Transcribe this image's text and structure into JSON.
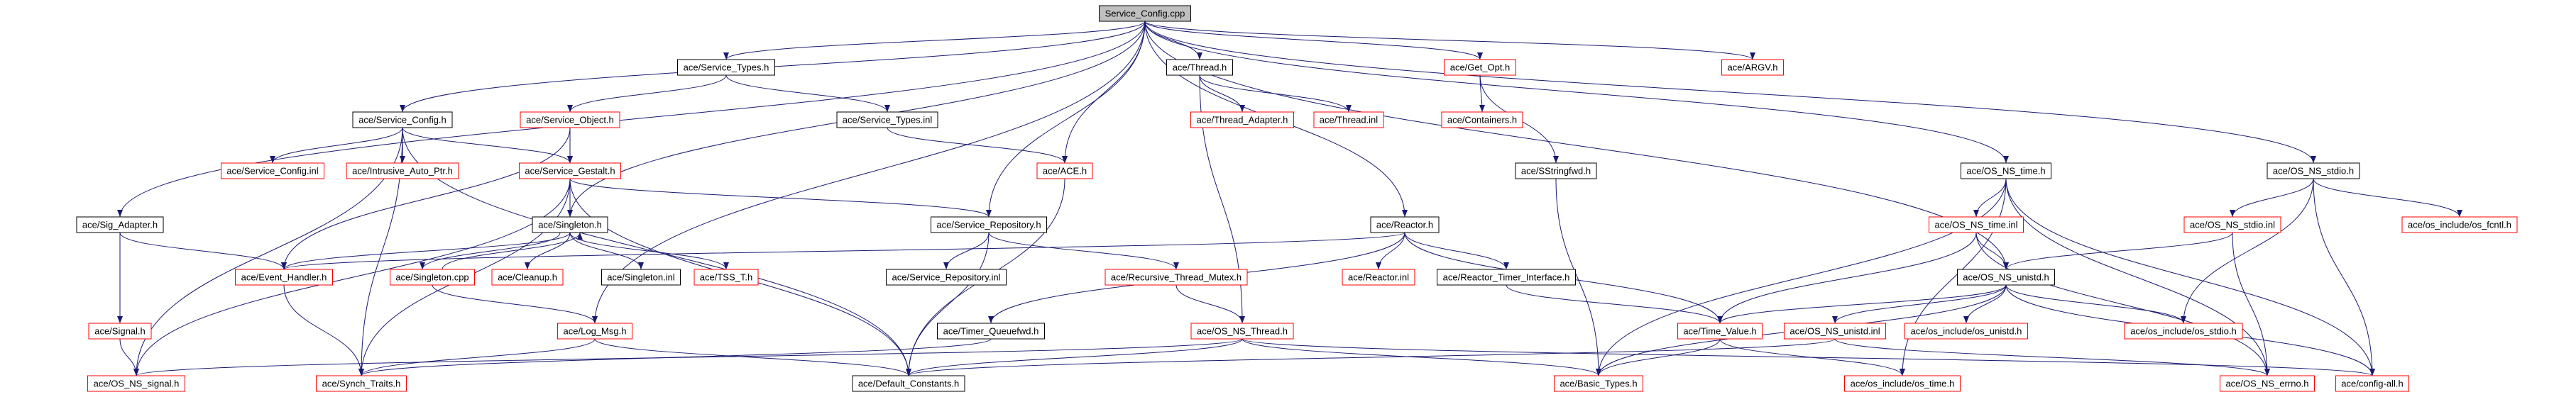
{
  "graph": {
    "root": "Service_Config.cpp",
    "colors": {
      "edge": "#191970",
      "node_fill": "#ffffff",
      "root_fill": "#bfbfbf",
      "node_border": "#000000",
      "truncated_border": "#ff0000"
    },
    "nodes": [
      {
        "label": "Service_Config.cpp",
        "border": "#000000",
        "fill": "#bfbfbf"
      },
      {
        "label": "ace/Service_Types.h",
        "border": "#000000",
        "fill": "#ffffff"
      },
      {
        "label": "ace/Thread.h",
        "border": "#000000",
        "fill": "#ffffff"
      },
      {
        "label": "ace/Get_Opt.h",
        "border": "#ff0000",
        "fill": "#ffffff"
      },
      {
        "label": "ace/ARGV.h",
        "border": "#ff0000",
        "fill": "#ffffff"
      },
      {
        "label": "ace/Service_Config.h",
        "border": "#000000",
        "fill": "#ffffff"
      },
      {
        "label": "ace/Service_Object.h",
        "border": "#ff0000",
        "fill": "#ffffff"
      },
      {
        "label": "ace/Service_Types.inl",
        "border": "#000000",
        "fill": "#ffffff"
      },
      {
        "label": "ace/Thread_Adapter.h",
        "border": "#ff0000",
        "fill": "#ffffff"
      },
      {
        "label": "ace/Thread.inl",
        "border": "#ff0000",
        "fill": "#ffffff"
      },
      {
        "label": "ace/Containers.h",
        "border": "#ff0000",
        "fill": "#ffffff"
      },
      {
        "label": "ace/Service_Config.inl",
        "border": "#ff0000",
        "fill": "#ffffff"
      },
      {
        "label": "ace/Intrusive_Auto_Ptr.h",
        "border": "#ff0000",
        "fill": "#ffffff"
      },
      {
        "label": "ace/Service_Gestalt.h",
        "border": "#ff0000",
        "fill": "#ffffff"
      },
      {
        "label": "ace/ACE.h",
        "border": "#ff0000",
        "fill": "#ffffff"
      },
      {
        "label": "ace/SStringfwd.h",
        "border": "#000000",
        "fill": "#ffffff"
      },
      {
        "label": "ace/OS_NS_time.h",
        "border": "#000000",
        "fill": "#ffffff"
      },
      {
        "label": "ace/OS_NS_stdio.h",
        "border": "#000000",
        "fill": "#ffffff"
      },
      {
        "label": "ace/Sig_Adapter.h",
        "border": "#000000",
        "fill": "#ffffff"
      },
      {
        "label": "ace/Singleton.h",
        "border": "#000000",
        "fill": "#ffffff"
      },
      {
        "label": "ace/Service_Repository.h",
        "border": "#000000",
        "fill": "#ffffff"
      },
      {
        "label": "ace/Reactor.h",
        "border": "#000000",
        "fill": "#ffffff"
      },
      {
        "label": "ace/OS_NS_time.inl",
        "border": "#ff0000",
        "fill": "#ffffff"
      },
      {
        "label": "ace/OS_NS_stdio.inl",
        "border": "#ff0000",
        "fill": "#ffffff"
      },
      {
        "label": "ace/os_include/os_fcntl.h",
        "border": "#ff0000",
        "fill": "#ffffff"
      },
      {
        "label": "ace/Event_Handler.h",
        "border": "#ff0000",
        "fill": "#ffffff"
      },
      {
        "label": "ace/Singleton.cpp",
        "border": "#ff0000",
        "fill": "#ffffff"
      },
      {
        "label": "ace/Cleanup.h",
        "border": "#ff0000",
        "fill": "#ffffff"
      },
      {
        "label": "ace/Singleton.inl",
        "border": "#000000",
        "fill": "#ffffff"
      },
      {
        "label": "ace/TSS_T.h",
        "border": "#ff0000",
        "fill": "#ffffff"
      },
      {
        "label": "ace/Service_Repository.inl",
        "border": "#000000",
        "fill": "#ffffff"
      },
      {
        "label": "ace/Recursive_Thread_Mutex.h",
        "border": "#ff0000",
        "fill": "#ffffff"
      },
      {
        "label": "ace/Reactor.inl",
        "border": "#ff0000",
        "fill": "#ffffff"
      },
      {
        "label": "ace/Reactor_Timer_Interface.h",
        "border": "#000000",
        "fill": "#ffffff"
      },
      {
        "label": "ace/OS_NS_unistd.h",
        "border": "#000000",
        "fill": "#ffffff"
      },
      {
        "label": "ace/Signal.h",
        "border": "#ff0000",
        "fill": "#ffffff"
      },
      {
        "label": "ace/Log_Msg.h",
        "border": "#ff0000",
        "fill": "#ffffff"
      },
      {
        "label": "ace/Timer_Queuefwd.h",
        "border": "#000000",
        "fill": "#ffffff"
      },
      {
        "label": "ace/OS_NS_Thread.h",
        "border": "#ff0000",
        "fill": "#ffffff"
      },
      {
        "label": "ace/Time_Value.h",
        "border": "#ff0000",
        "fill": "#ffffff"
      },
      {
        "label": "ace/OS_NS_unistd.inl",
        "border": "#ff0000",
        "fill": "#ffffff"
      },
      {
        "label": "ace/os_include/os_unistd.h",
        "border": "#ff0000",
        "fill": "#ffffff"
      },
      {
        "label": "ace/os_include/os_stdio.h",
        "border": "#ff0000",
        "fill": "#ffffff"
      },
      {
        "label": "ace/OS_NS_signal.h",
        "border": "#ff0000",
        "fill": "#ffffff"
      },
      {
        "label": "ace/Synch_Traits.h",
        "border": "#ff0000",
        "fill": "#ffffff"
      },
      {
        "label": "ace/Default_Constants.h",
        "border": "#000000",
        "fill": "#ffffff"
      },
      {
        "label": "ace/Basic_Types.h",
        "border": "#ff0000",
        "fill": "#ffffff"
      },
      {
        "label": "ace/os_include/os_time.h",
        "border": "#ff0000",
        "fill": "#ffffff"
      },
      {
        "label": "ace/OS_NS_errno.h",
        "border": "#ff0000",
        "fill": "#ffffff"
      },
      {
        "label": "ace/config-all.h",
        "border": "#ff0000",
        "fill": "#ffffff"
      }
    ],
    "edges": [
      [
        "Service_Config.cpp",
        "ace/Service_Types.h"
      ],
      [
        "Service_Config.cpp",
        "ace/Thread.h"
      ],
      [
        "Service_Config.cpp",
        "ace/Get_Opt.h"
      ],
      [
        "Service_Config.cpp",
        "ace/ARGV.h"
      ],
      [
        "Service_Config.cpp",
        "ace/Service_Config.h"
      ],
      [
        "Service_Config.cpp",
        "ace/Sig_Adapter.h"
      ],
      [
        "Service_Config.cpp",
        "ace/Singleton.h"
      ],
      [
        "Service_Config.cpp",
        "ace/Log_Msg.h"
      ],
      [
        "Service_Config.cpp",
        "ace/Service_Repository.h"
      ],
      [
        "Service_Config.cpp",
        "ace/ACE.h"
      ],
      [
        "Service_Config.cpp",
        "ace/Reactor.h"
      ],
      [
        "Service_Config.cpp",
        "ace/OS_NS_time.h"
      ],
      [
        "Service_Config.cpp",
        "ace/OS_NS_stdio.h"
      ],
      [
        "Service_Config.cpp",
        "ace/OS_NS_unistd.h"
      ],
      [
        "ace/Service_Types.h",
        "ace/Service_Object.h"
      ],
      [
        "ace/Service_Types.h",
        "ace/Service_Types.inl"
      ],
      [
        "ace/Thread.h",
        "ace/Thread_Adapter.h"
      ],
      [
        "ace/Thread.h",
        "ace/Thread.inl"
      ],
      [
        "ace/Thread.h",
        "ace/OS_NS_Thread.h"
      ],
      [
        "ace/Get_Opt.h",
        "ace/Containers.h"
      ],
      [
        "ace/Get_Opt.h",
        "ace/SStringfwd.h"
      ],
      [
        "ace/Service_Config.h",
        "ace/Service_Config.inl"
      ],
      [
        "ace/Service_Config.h",
        "ace/Intrusive_Auto_Ptr.h"
      ],
      [
        "ace/Service_Config.h",
        "ace/Service_Gestalt.h"
      ],
      [
        "ace/Service_Config.h",
        "ace/Synch_Traits.h"
      ],
      [
        "ace/Service_Config.h",
        "ace/OS_NS_signal.h"
      ],
      [
        "ace/Service_Config.h",
        "ace/Default_Constants.h"
      ],
      [
        "ace/Service_Object.h",
        "ace/Service_Gestalt.h"
      ],
      [
        "ace/Service_Object.h",
        "ace/Event_Handler.h"
      ],
      [
        "ace/Service_Types.inl",
        "ace/ACE.h"
      ],
      [
        "ace/ACE.h",
        "ace/Default_Constants.h"
      ],
      [
        "ace/SStringfwd.h",
        "ace/Basic_Types.h"
      ],
      [
        "ace/Service_Gestalt.h",
        "ace/Singleton.h"
      ],
      [
        "ace/Service_Gestalt.h",
        "ace/Service_Repository.h"
      ],
      [
        "ace/Service_Gestalt.h",
        "ace/Default_Constants.h"
      ],
      [
        "ace/Service_Gestalt.h",
        "ace/Synch_Traits.h"
      ],
      [
        "ace/Service_Gestalt.h",
        "ace/OS_NS_signal.h"
      ],
      [
        "ace/Sig_Adapter.h",
        "ace/Event_Handler.h"
      ],
      [
        "ace/Sig_Adapter.h",
        "ace/Signal.h"
      ],
      [
        "ace/Singleton.h",
        "ace/Singleton.cpp"
      ],
      [
        "ace/Singleton.h",
        "ace/Cleanup.h"
      ],
      [
        "ace/Singleton.h",
        "ace/Singleton.inl"
      ],
      [
        "ace/Singleton.h",
        "ace/TSS_T.h"
      ],
      [
        "ace/Singleton.h",
        "ace/Event_Handler.h"
      ],
      [
        "ace/Singleton.cpp",
        "ace/Singleton.h"
      ],
      [
        "ace/Singleton.cpp",
        "ace/Log_Msg.h"
      ],
      [
        "ace/Service_Repository.h",
        "ace/Service_Repository.inl"
      ],
      [
        "ace/Service_Repository.h",
        "ace/Recursive_Thread_Mutex.h"
      ],
      [
        "ace/Service_Repository.h",
        "ace/Default_Constants.h"
      ],
      [
        "ace/Reactor.h",
        "ace/Event_Handler.h"
      ],
      [
        "ace/Reactor.h",
        "ace/Reactor.inl"
      ],
      [
        "ace/Reactor.h",
        "ace/Reactor_Timer_Interface.h"
      ],
      [
        "ace/Reactor.h",
        "ace/Timer_Queuefwd.h"
      ],
      [
        "ace/Reactor.h",
        "ace/Time_Value.h"
      ],
      [
        "ace/Event_Handler.h",
        "ace/Synch_Traits.h"
      ],
      [
        "ace/Signal.h",
        "ace/OS_NS_signal.h"
      ],
      [
        "ace/Log_Msg.h",
        "ace/Synch_Traits.h"
      ],
      [
        "ace/Log_Msg.h",
        "ace/Default_Constants.h"
      ],
      [
        "ace/Recursive_Thread_Mutex.h",
        "ace/OS_NS_Thread.h"
      ],
      [
        "ace/Reactor_Timer_Interface.h",
        "ace/Time_Value.h"
      ],
      [
        "ace/Timer_Queuefwd.h",
        "ace/Synch_Traits.h"
      ],
      [
        "ace/OS_NS_Thread.h",
        "ace/OS_NS_signal.h"
      ],
      [
        "ace/OS_NS_Thread.h",
        "ace/Default_Constants.h"
      ],
      [
        "ace/OS_NS_Thread.h",
        "ace/Basic_Types.h"
      ],
      [
        "ace/OS_NS_Thread.h",
        "ace/config-all.h"
      ],
      [
        "ace/OS_NS_time.h",
        "ace/OS_NS_time.inl"
      ],
      [
        "ace/OS_NS_time.h",
        "ace/Basic_Types.h"
      ],
      [
        "ace/OS_NS_time.h",
        "ace/os_include/os_time.h"
      ],
      [
        "ace/OS_NS_time.h",
        "ace/OS_NS_errno.h"
      ],
      [
        "ace/OS_NS_time.h",
        "ace/config-all.h"
      ],
      [
        "ace/OS_NS_time.inl",
        "ace/OS_NS_unistd.h"
      ],
      [
        "ace/OS_NS_time.inl",
        "ace/Time_Value.h"
      ],
      [
        "ace/OS_NS_time.inl",
        "ace/OS_NS_errno.h"
      ],
      [
        "ace/OS_NS_stdio.h",
        "ace/OS_NS_stdio.inl"
      ],
      [
        "ace/OS_NS_stdio.h",
        "ace/os_include/os_fcntl.h"
      ],
      [
        "ace/OS_NS_stdio.h",
        "ace/os_include/os_stdio.h"
      ],
      [
        "ace/OS_NS_stdio.h",
        "ace/config-all.h"
      ],
      [
        "ace/OS_NS_stdio.inl",
        "ace/OS_NS_unistd.h"
      ],
      [
        "ace/OS_NS_stdio.inl",
        "ace/OS_NS_errno.h"
      ],
      [
        "ace/OS_NS_unistd.h",
        "ace/Time_Value.h"
      ],
      [
        "ace/OS_NS_unistd.h",
        "ace/OS_NS_unistd.inl"
      ],
      [
        "ace/OS_NS_unistd.h",
        "ace/os_include/os_unistd.h"
      ],
      [
        "ace/OS_NS_unistd.h",
        "ace/os_include/os_stdio.h"
      ],
      [
        "ace/OS_NS_unistd.h",
        "ace/Basic_Types.h"
      ],
      [
        "ace/OS_NS_unistd.h",
        "ace/config-all.h"
      ],
      [
        "ace/OS_NS_unistd.inl",
        "ace/Default_Constants.h"
      ],
      [
        "ace/OS_NS_unistd.inl",
        "ace/OS_NS_errno.h"
      ],
      [
        "ace/Time_Value.h",
        "ace/Basic_Types.h"
      ],
      [
        "ace/Time_Value.h",
        "ace/os_include/os_time.h"
      ]
    ]
  }
}
